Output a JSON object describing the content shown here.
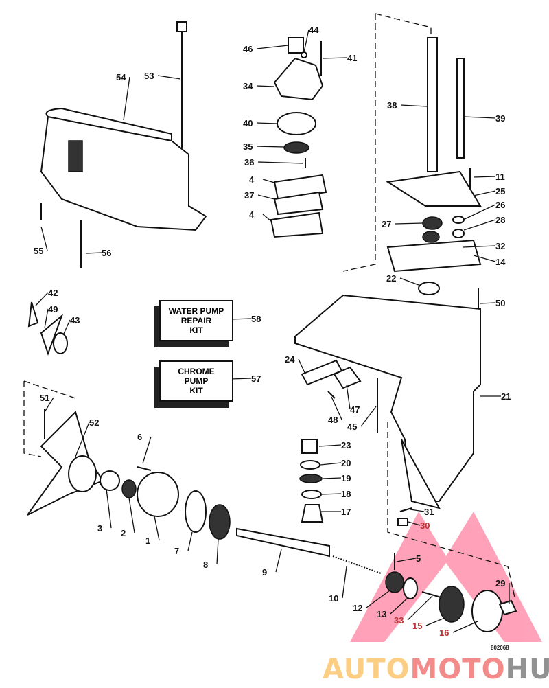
{
  "diagram_title": "",
  "part_numbers": [
    "46",
    "44",
    "41",
    "34",
    "40",
    "35",
    "36",
    "4",
    "37",
    "4",
    "54",
    "53",
    "55",
    "56",
    "38",
    "39",
    "11",
    "25",
    "26",
    "27",
    "28",
    "32",
    "14",
    "22",
    "50",
    "42",
    "49",
    "43",
    "58",
    "57",
    "21",
    "24",
    "47",
    "48",
    "45",
    "51",
    "52",
    "6",
    "23",
    "20",
    "19",
    "18",
    "17",
    "31",
    "30",
    "3",
    "2",
    "1",
    "7",
    "8",
    "9",
    "5",
    "10",
    "29",
    "12",
    "13",
    "33",
    "15",
    "16"
  ],
  "kits": {
    "water_pump": [
      "WATER PUMP",
      "REPAIR",
      "KIT"
    ],
    "chrome_pump": [
      "CHROME",
      "PUMP",
      "KIT"
    ]
  },
  "watermark": {
    "part1": "AUTO",
    "part2": "MOTO",
    "part3": "HUB"
  },
  "drawing_code": "802068"
}
